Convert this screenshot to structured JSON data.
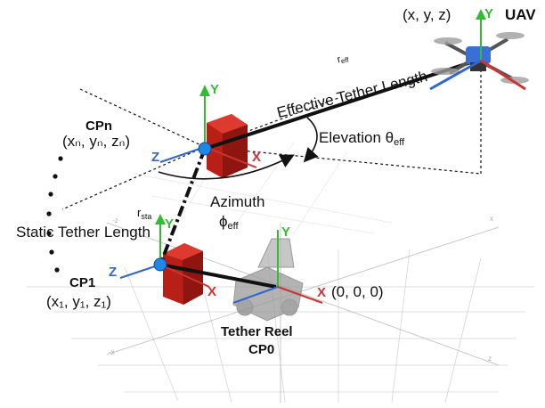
{
  "uav": {
    "label": "UAV",
    "coords": "(x, y, z)"
  },
  "effective": {
    "symbol": "r",
    "subscript": "eff",
    "label": "Effective Tether Length"
  },
  "elevation": {
    "label": "Elevation",
    "symbol": "θ",
    "subscript": "eff"
  },
  "azimuth": {
    "label": "Azimuth",
    "symbol": "ϕ",
    "subscript": "eff"
  },
  "cpn": {
    "label": "CPn",
    "coords": "(xₙ, yₙ, zₙ)"
  },
  "cp1": {
    "label": "CP1",
    "coords": "(x₁, y₁, z₁)"
  },
  "static": {
    "symbol": "r",
    "subscript": "sta",
    "label": "Static Tether Length"
  },
  "reel": {
    "label": "Tether Reel",
    "sublabel": "CP0",
    "coords": "(0, 0, 0)"
  },
  "axes": {
    "y": "Y",
    "z": "Z",
    "x": "X"
  },
  "grid_ticks": [
    "x",
    "-x",
    "z",
    "-z"
  ],
  "colors": {
    "y_axis": "#33bb33",
    "z_axis": "#3366cc",
    "x_axis": "#cc3333",
    "marker": "#1e88e5",
    "box": "#c0241c"
  }
}
